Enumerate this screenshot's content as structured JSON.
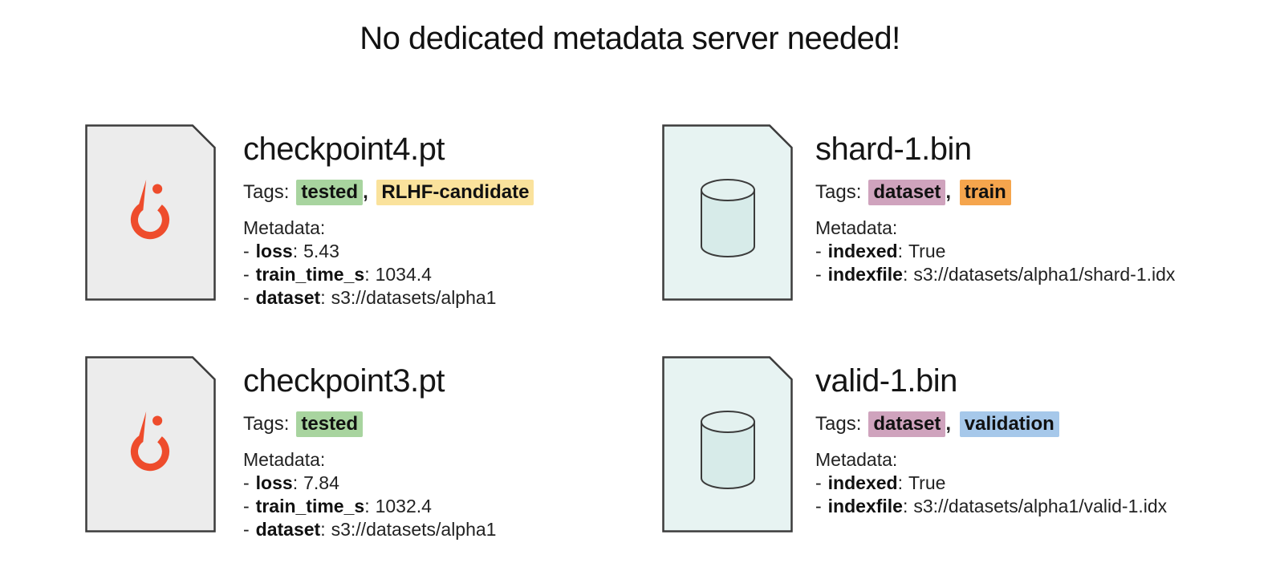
{
  "page": {
    "title": "No dedicated metadata server needed!"
  },
  "labels": {
    "tags": "Tags:",
    "metadata": "Metadata:",
    "comma": ",",
    "dash": "-",
    "colon": ":"
  },
  "colors": {
    "pytorch_orange": "#ee4c2c",
    "checkpoint_file_fill": "#ececec",
    "dataset_file_fill": "#e7f3f2",
    "cylinder_body_fill": "#d7ebe9",
    "cylinder_top_fill": "#e3f1ef",
    "outline": "#3b3b3b"
  },
  "cards": [
    {
      "filename": "checkpoint4.pt",
      "file_kind": "pytorch-checkpoint",
      "tags": [
        {
          "label": "tested",
          "bg": "#a8d49f"
        },
        {
          "label": "RLHF-candidate",
          "bg": "#fae29c"
        }
      ],
      "metadata": [
        {
          "key": "loss",
          "value": "5.43"
        },
        {
          "key": "train_time_s",
          "value": "1034.4"
        },
        {
          "key": "dataset",
          "value": "s3://datasets/alpha1"
        }
      ]
    },
    {
      "filename": "shard-1.bin",
      "file_kind": "dataset-shard",
      "tags": [
        {
          "label": "dataset",
          "bg": "#cfa3bd"
        },
        {
          "label": "train",
          "bg": "#f5a54d"
        }
      ],
      "metadata": [
        {
          "key": "indexed",
          "value": "True"
        },
        {
          "key": "indexfile",
          "value": "s3://datasets/alpha1/shard-1.idx"
        }
      ]
    },
    {
      "filename": "checkpoint3.pt",
      "file_kind": "pytorch-checkpoint",
      "tags": [
        {
          "label": "tested",
          "bg": "#a8d49f"
        }
      ],
      "metadata": [
        {
          "key": "loss",
          "value": "7.84"
        },
        {
          "key": "train_time_s",
          "value": "1032.4"
        },
        {
          "key": "dataset",
          "value": "s3://datasets/alpha1"
        }
      ]
    },
    {
      "filename": "valid-1.bin",
      "file_kind": "dataset-shard",
      "tags": [
        {
          "label": "dataset",
          "bg": "#cfa3bd"
        },
        {
          "label": "validation",
          "bg": "#a6c8ea"
        }
      ],
      "metadata": [
        {
          "key": "indexed",
          "value": "True"
        },
        {
          "key": "indexfile",
          "value": "s3://datasets/alpha1/valid-1.idx"
        }
      ]
    }
  ]
}
